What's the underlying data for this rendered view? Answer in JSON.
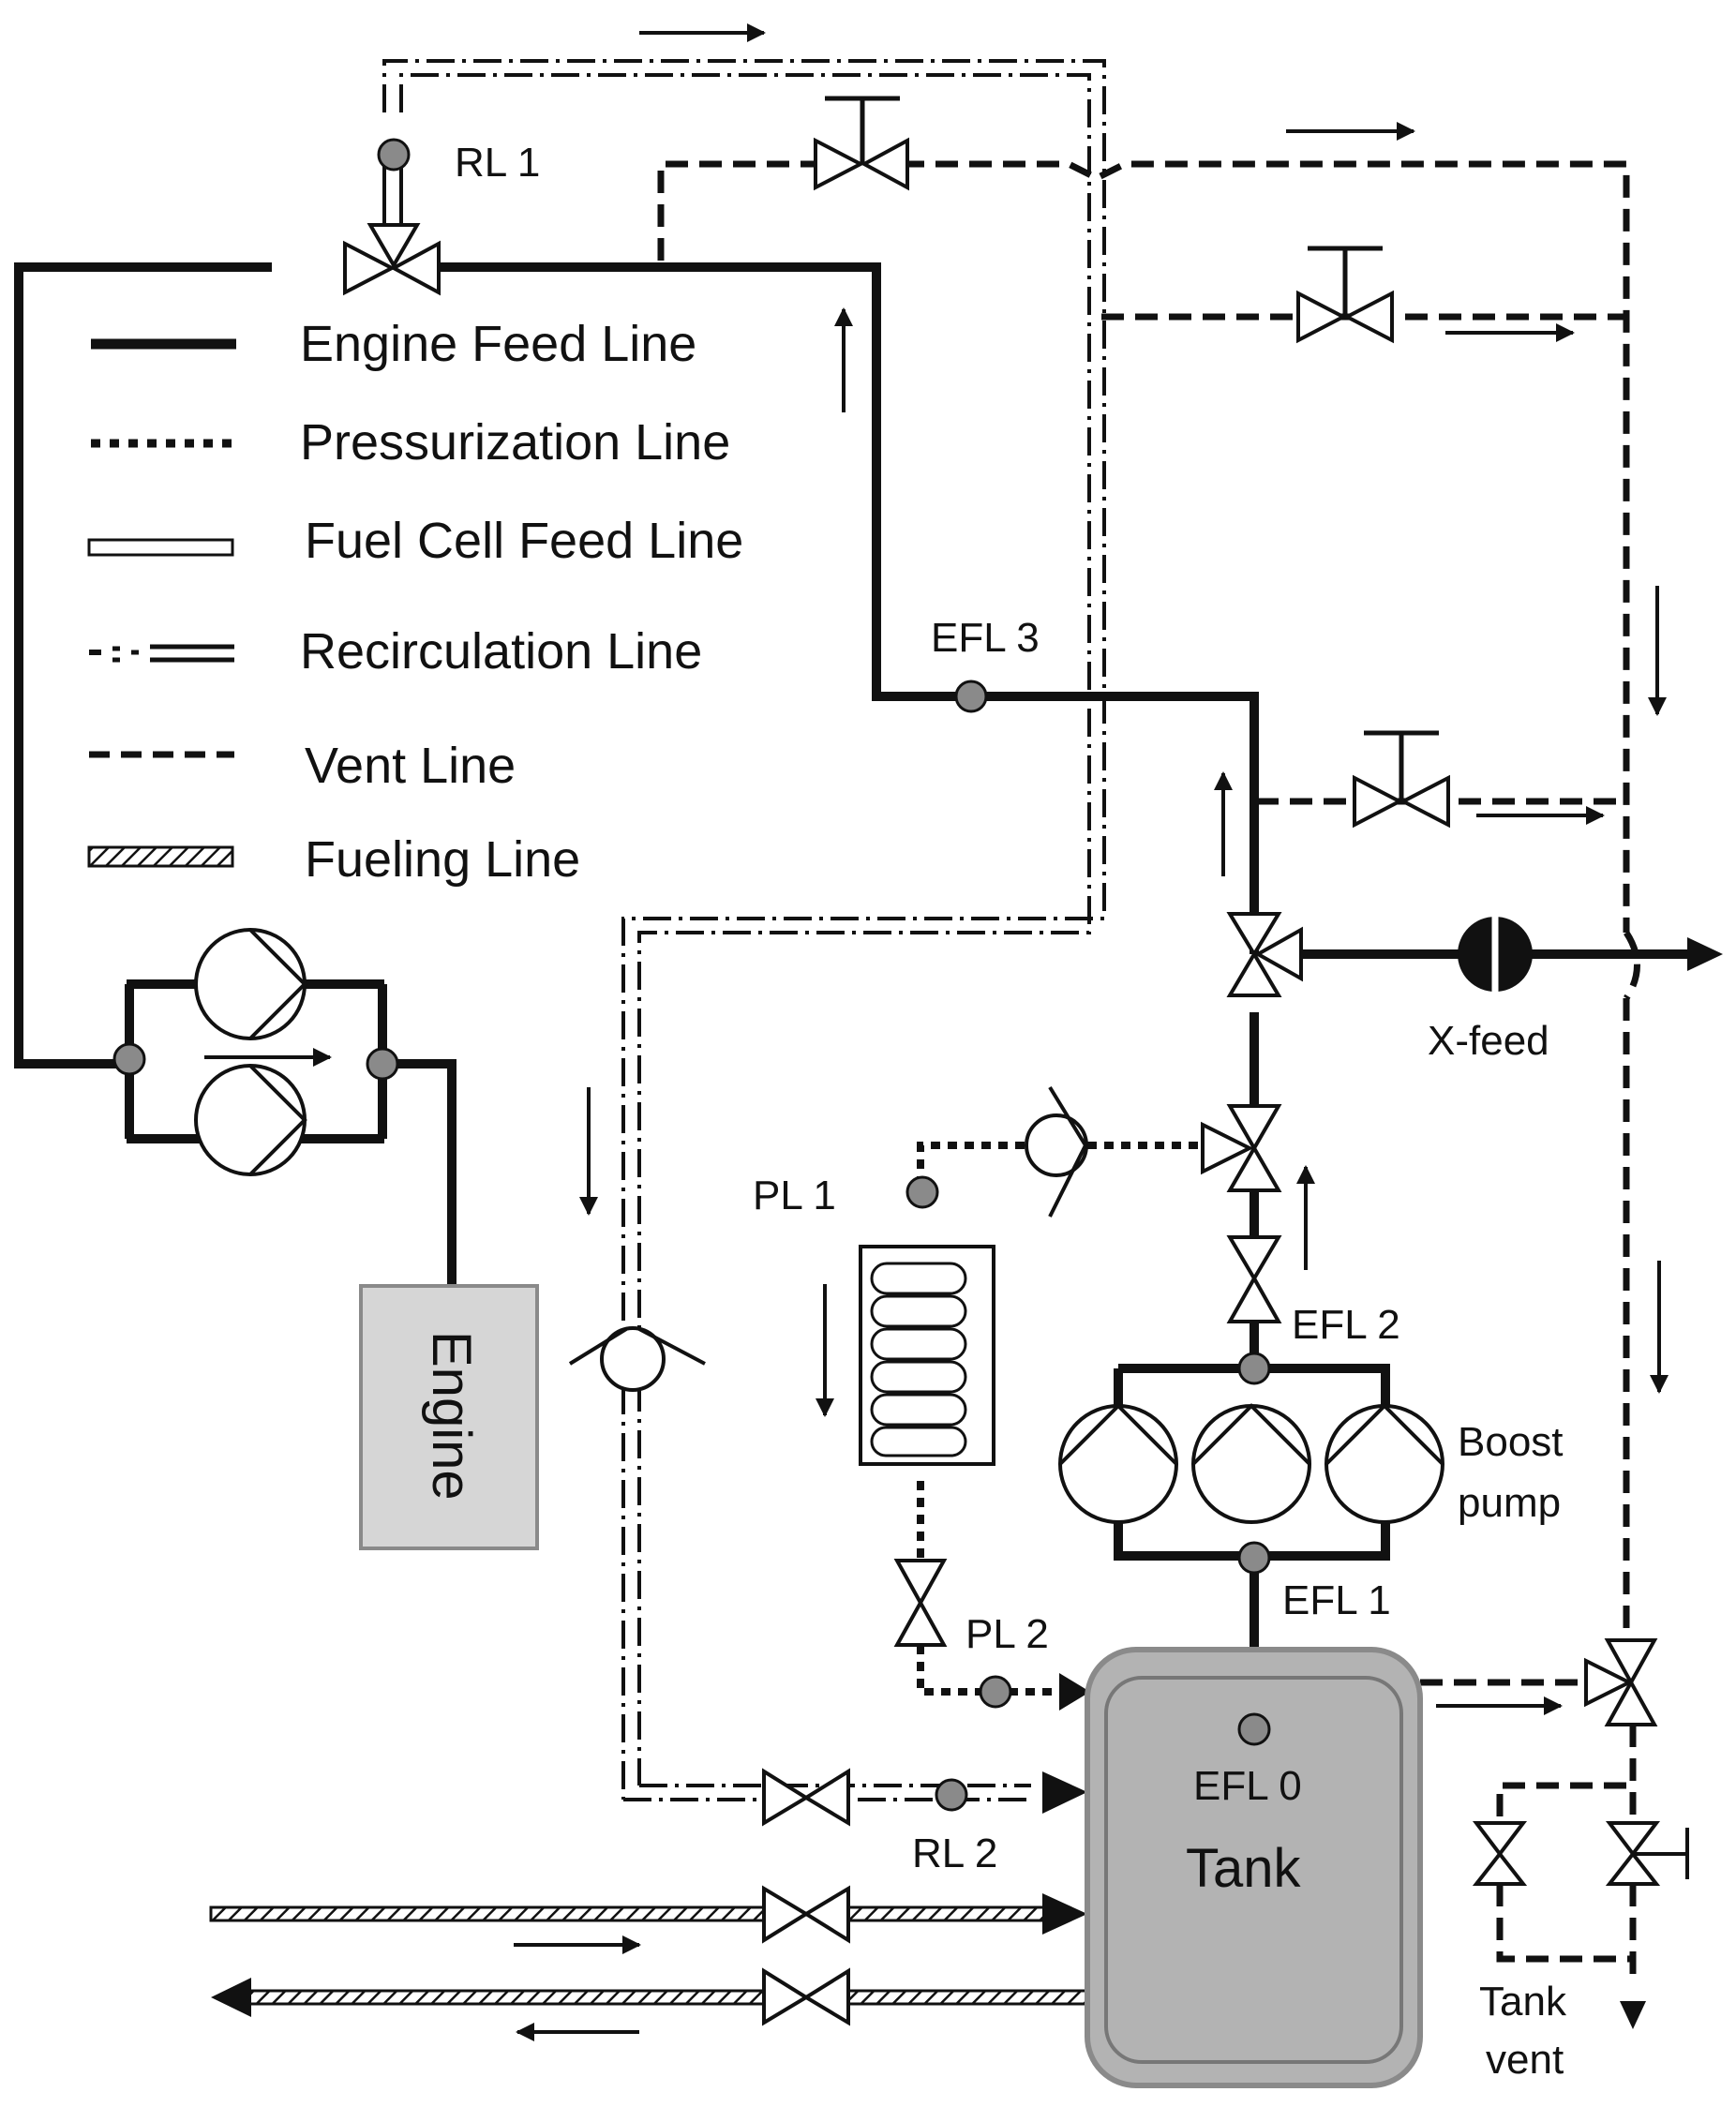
{
  "legend": {
    "engine_feed_line": "Engine Feed Line",
    "pressurization_line": "Pressurization Line",
    "fuel_cell_feed_line": "Fuel Cell Feed Line",
    "recirculation_line": "Recirculation Line",
    "vent_line": "Vent Line",
    "fueling_line": "Fueling Line"
  },
  "labels": {
    "rl1": "RL 1",
    "rl2": "RL 2",
    "efl0": "EFL 0",
    "efl1": "EFL 1",
    "efl2": "EFL 2",
    "efl3": "EFL 3",
    "pl1": "PL 1",
    "pl2": "PL 2",
    "xfeed": "X-feed",
    "boost_line1": "Boost",
    "boost_line2": "pump",
    "engine": "Engine",
    "tank": "Tank",
    "tank_vent_line1": "Tank",
    "tank_vent_line2": "vent"
  },
  "colors": {
    "line": "#111111",
    "sensor": "#8a8a8a",
    "tank_fill": "#b3b3b3",
    "engine_fill": "#d6d6d6"
  }
}
